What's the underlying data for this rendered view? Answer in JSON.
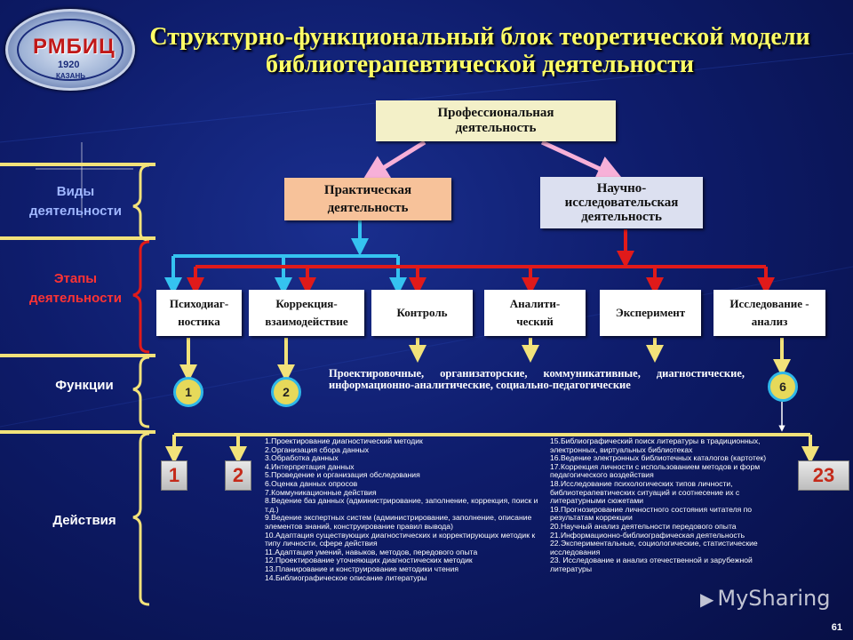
{
  "title": "Структурно-функциональный блок теоретической модели библиотерапевтической деятельности",
  "logo": {
    "text": "РМБИЦ",
    "year": "1920",
    "city": "КАЗАНЬ"
  },
  "side_labels": {
    "kinds": "Виды деятельности",
    "stages": "Этапы деятельности",
    "functions": "Функции",
    "actions": "Действия"
  },
  "professional": "Профессиональная деятельность",
  "practical": "Практическая деятельность",
  "research": "Научно-исследовательская деятельность",
  "stages": [
    "Психодиаг-ностика",
    "Коррекция-взаимодействие",
    "Контроль",
    "Аналити-ческий",
    "Эксперимент",
    "Исследование - анализ"
  ],
  "function_circles": [
    "1",
    "2",
    "6"
  ],
  "functions_text": "Проектировочные, организаторские, коммуникативные, диагностические, информационно-аналитические, социально-педагогические",
  "action_boxes": [
    "1",
    "2",
    "23"
  ],
  "actions_left": [
    "1.Проектирование диагностический методик",
    "2.Организация сбора данных",
    "3.Обработка данных",
    "4.Интерпретация данных",
    "5.Проведение и организация обследования",
    "6.Оценка данных опросов",
    "7.Коммуникационные действия",
    "8.Ведение баз данных (администрирование, заполнение, коррекция, поиск и т.д.)",
    "9.Ведение экспертных систем (администрирование, заполнение, описание элементов знаний, конструирование правил вывода)",
    "10.Адаптация существующих диагностических и корректирующих методик к типу личности, сфере действия",
    "11.Адаптация умений, навыков, методов, передового опыта",
    "12.Проектирование уточняющих диагностических методик",
    "13.Планирование и конструирование методики чтения",
    "14.Библиографическое описание литературы"
  ],
  "actions_right": [
    "15.Библиографический поиск литературы в традиционных, электронных, виртуальных библиотеках",
    "16.Ведение электронных библиотечных каталогов (картотек)",
    "17.Коррекция личности с использованием методов и форм педагогического воздействия",
    "18.Исследование психологических типов личности, библиотерапевтических ситуаций и соотнесение их с литературными сюжетами",
    "19.Прогнозирование личностного состояния читателя по результатам коррекции",
    "20.Научный анализ деятельности передового опыта",
    "21.Информационно-библиографическая деятельность",
    "22.Экспериментальные, социологические, статистические исследования",
    "23. Исследование и анализ отечественной и зарубежной литературы"
  ],
  "page_number": "61",
  "watermark": "MySharing",
  "colors": {
    "title": "#ffff66",
    "kinds_label": "#9fb6ff",
    "stages_label": "#ff3333",
    "yellow_line": "#f2e27a",
    "cyan_arrow": "#35c3f0",
    "red_arrow": "#e01a1a",
    "pink_arrow": "#f7b0d8"
  }
}
